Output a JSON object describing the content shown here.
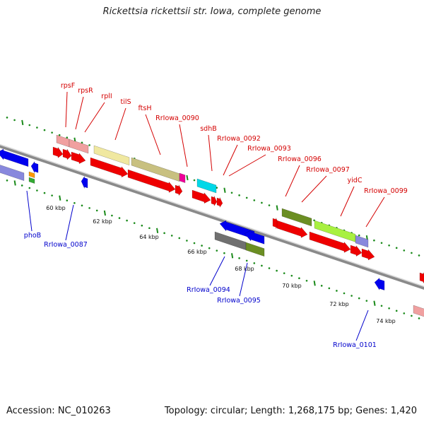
{
  "title": "Rickettsia rickettsii str. Iowa, complete genome",
  "footer": {
    "accession": "Accession: NC_010263",
    "summary": "Topology: circular; Length: 1,268,175 bp; Genes: 1,420"
  },
  "colors": {
    "forward_label": "#d40000",
    "reverse_label": "#0000cc",
    "backbone": "#8a8a8a",
    "tick_dots": "#1a8a1a"
  },
  "scale_labels": [
    "60 kbp",
    "62 kbp",
    "64 kbp",
    "66 kbp",
    "68 kbp",
    "70 kbp",
    "72 kbp",
    "74 kbp"
  ],
  "forward_labels": [
    "rpsF",
    "rpsR",
    "rplI",
    "tilS",
    "ftsH",
    "RrIowa_0090",
    "sdhB",
    "RrIowa_0092",
    "RrIowa_0093",
    "RrIowa_0096",
    "RrIowa_0097",
    "yidC",
    "RrIowa_0099"
  ],
  "reverse_labels": [
    "phoB",
    "RrIowa_0087",
    "RrIowa_0094",
    "RrIowa_0095",
    "RrIowa_0101"
  ]
}
